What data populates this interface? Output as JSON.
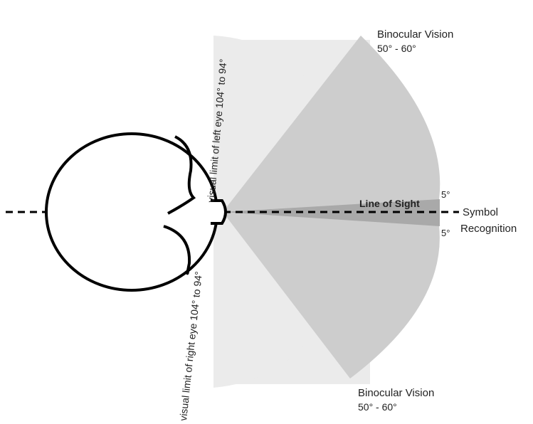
{
  "labels": {
    "binocular_top_title": "Binocular Vision",
    "binocular_top_range": "50° - 60°",
    "binocular_bottom_title": "Binocular Vision",
    "binocular_bottom_range": "50° - 60°",
    "line_of_sight": "Line of Sight",
    "symbol_recognition_1": "Symbol",
    "symbol_recognition_2": "Recognition",
    "angle_upper": "5°",
    "angle_lower": "5°",
    "left_eye_limit": "visual limit of left eye 104° to 94°",
    "right_eye_limit": "visual limit of right eye 104° to 94°"
  },
  "colors": {
    "monocular_fan": "#ebebeb",
    "binocular_fan": "#cdcdcd",
    "symbol_band": "#a9a9a9",
    "outline": "#000000"
  }
}
